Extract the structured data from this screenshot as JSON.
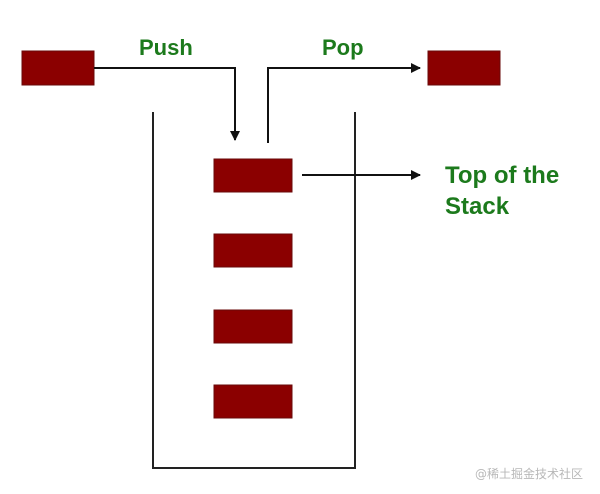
{
  "labels": {
    "push": "Push",
    "pop": "Pop",
    "top_line1": "Top of the",
    "top_line2": "Stack"
  },
  "watermark": "@稀土掘金技术社区",
  "colors": {
    "block": "#8b0000",
    "label": "#1c7a1c",
    "line": "#111111"
  },
  "stack": {
    "element_count": 4
  }
}
